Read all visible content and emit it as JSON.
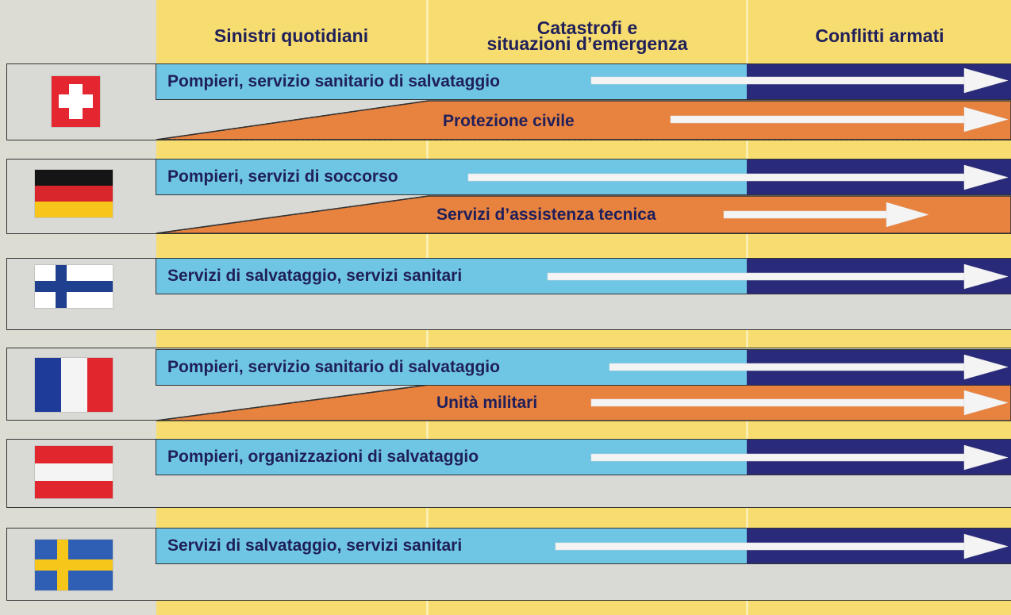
{
  "columns": [
    {
      "line1": "Sinistri quotidiani",
      "line2": ""
    },
    {
      "line1": "Catastrofi e",
      "line2": "situazioni d’emergenza"
    },
    {
      "line1": "Conflitti armati",
      "line2": ""
    }
  ],
  "rows": [
    {
      "flag": "switzerland-flag",
      "service": "Pompieri, servizio sanitario di salvataggio",
      "secondary": "Protezione civile"
    },
    {
      "flag": "germany-flag",
      "service": "Pompieri, servizi di soccorso",
      "secondary": "Servizi d’assistenza tecnica"
    },
    {
      "flag": "finland-flag",
      "service": "Servizi di salvataggio, servizi sanitari",
      "secondary": ""
    },
    {
      "flag": "france-flag",
      "service": "Pompieri, servizio sanitario di salvataggio",
      "secondary": "Unità militari"
    },
    {
      "flag": "austria-flag",
      "service": "Pompieri, organizzazioni di salvataggio",
      "secondary": ""
    },
    {
      "flag": "sweden-flag",
      "service": "Servizi di salvataggio, servizi sanitari",
      "secondary": ""
    }
  ],
  "colors": {
    "column_background": "#f7dc6f",
    "light_bar": "#6fc6e4",
    "dark_bar": "#2a2a7a",
    "orange_bar": "#e8823f",
    "row_background": "#d9d9d5",
    "text": "#1f1f5a",
    "arrow": "#f4f4f4"
  }
}
